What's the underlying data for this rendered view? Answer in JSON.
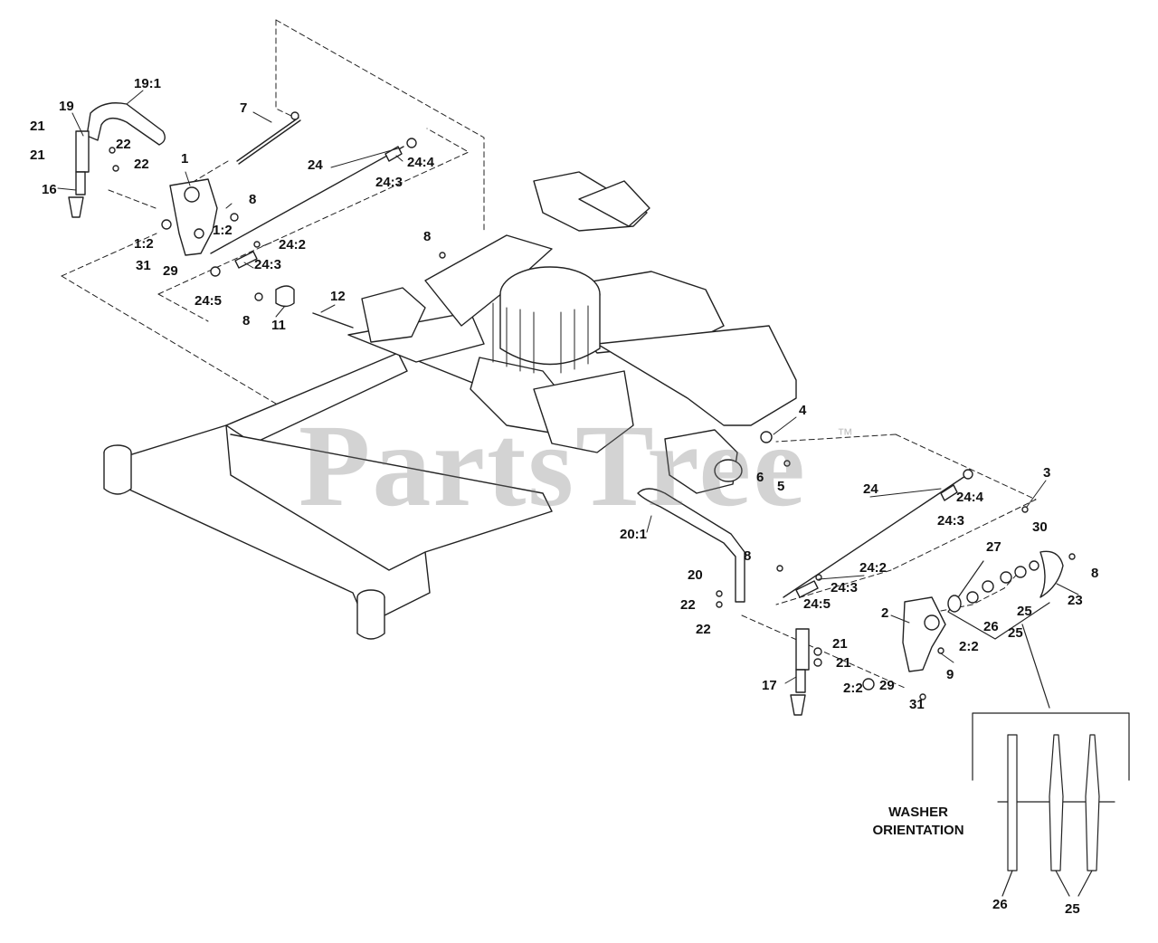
{
  "watermark": {
    "brand": "PartsTree",
    "tm": "™"
  },
  "washer_orientation": {
    "title_line1": "WASHER",
    "title_line2": "ORIENTATION",
    "label_flat": "26",
    "label_curved": "25"
  },
  "callouts": [
    {
      "id": "c1",
      "text": "19:1"
    },
    {
      "id": "c2",
      "text": "19"
    },
    {
      "id": "c3",
      "text": "21"
    },
    {
      "id": "c4",
      "text": "21"
    },
    {
      "id": "c5",
      "text": "22"
    },
    {
      "id": "c6",
      "text": "22"
    },
    {
      "id": "c7",
      "text": "16"
    },
    {
      "id": "c8",
      "text": "7"
    },
    {
      "id": "c9",
      "text": "24"
    },
    {
      "id": "c10",
      "text": "1"
    },
    {
      "id": "c11",
      "text": "24:4"
    },
    {
      "id": "c12",
      "text": "24:3"
    },
    {
      "id": "c13",
      "text": "8"
    },
    {
      "id": "c14",
      "text": "1:2"
    },
    {
      "id": "c15",
      "text": "1:2"
    },
    {
      "id": "c16",
      "text": "24:2"
    },
    {
      "id": "c17",
      "text": "31"
    },
    {
      "id": "c18",
      "text": "29"
    },
    {
      "id": "c19",
      "text": "24:3"
    },
    {
      "id": "c20",
      "text": "24:5"
    },
    {
      "id": "c21",
      "text": "8"
    },
    {
      "id": "c22",
      "text": "11"
    },
    {
      "id": "c23",
      "text": "12"
    },
    {
      "id": "c24",
      "text": "8"
    },
    {
      "id": "c25",
      "text": "4"
    },
    {
      "id": "c26",
      "text": "6"
    },
    {
      "id": "c27",
      "text": "5"
    },
    {
      "id": "c28",
      "text": "24"
    },
    {
      "id": "c29",
      "text": "3"
    },
    {
      "id": "c30",
      "text": "24:4"
    },
    {
      "id": "c31",
      "text": "24:3"
    },
    {
      "id": "c32",
      "text": "20:1"
    },
    {
      "id": "c33",
      "text": "30"
    },
    {
      "id": "c34",
      "text": "27"
    },
    {
      "id": "c35",
      "text": "8"
    },
    {
      "id": "c36",
      "text": "8"
    },
    {
      "id": "c37",
      "text": "24:2"
    },
    {
      "id": "c38",
      "text": "20"
    },
    {
      "id": "c39",
      "text": "24:3"
    },
    {
      "id": "c40",
      "text": "23"
    },
    {
      "id": "c41",
      "text": "24:5"
    },
    {
      "id": "c42",
      "text": "25"
    },
    {
      "id": "c43",
      "text": "22"
    },
    {
      "id": "c44",
      "text": "2"
    },
    {
      "id": "c45",
      "text": "26"
    },
    {
      "id": "c46",
      "text": "25"
    },
    {
      "id": "c47",
      "text": "22"
    },
    {
      "id": "c48",
      "text": "2:2"
    },
    {
      "id": "c49",
      "text": "21"
    },
    {
      "id": "c50",
      "text": "21"
    },
    {
      "id": "c51",
      "text": "9"
    },
    {
      "id": "c52",
      "text": "17"
    },
    {
      "id": "c53",
      "text": "2:2"
    },
    {
      "id": "c54",
      "text": "29"
    },
    {
      "id": "c55",
      "text": "31"
    }
  ]
}
